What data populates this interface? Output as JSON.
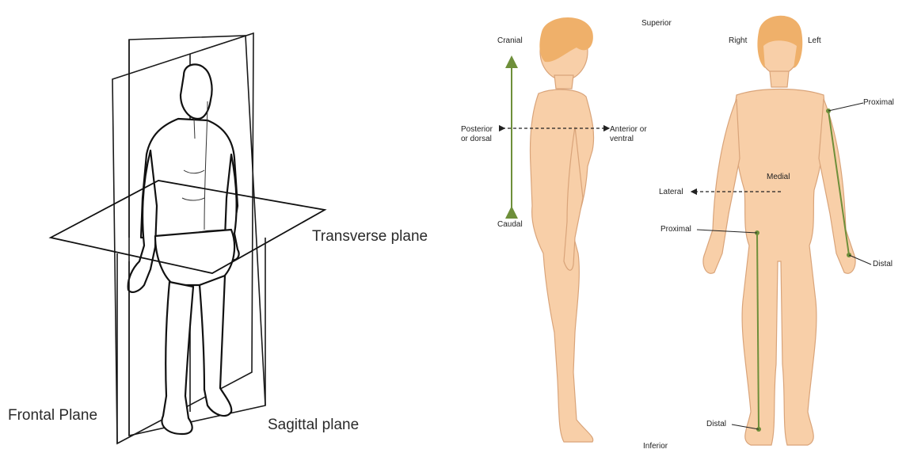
{
  "planes_panel": {
    "transverse_label": "Transverse plane",
    "frontal_label": "Frontal Plane",
    "sagittal_label": "Sagittal plane"
  },
  "directions_panel": {
    "superior": "Superior",
    "inferior": "Inferior",
    "cranial": "Cranial",
    "caudal": "Caudal",
    "posterior": "Posterior\nor dorsal",
    "anterior": "Anterior or\nventral",
    "right": "Right",
    "left": "Left",
    "medial": "Medial",
    "lateral": "Lateral",
    "proximal_arm": "Proximal",
    "distal_arm": "Distal",
    "proximal_leg": "Proximal",
    "distal_leg": "Distal"
  },
  "colors": {
    "skin": "#f8cfa8",
    "skin_outline": "#d9a47a",
    "hair": "#efb06a",
    "arrow_green": "#6e8f3a",
    "line": "#1a1a1a"
  }
}
